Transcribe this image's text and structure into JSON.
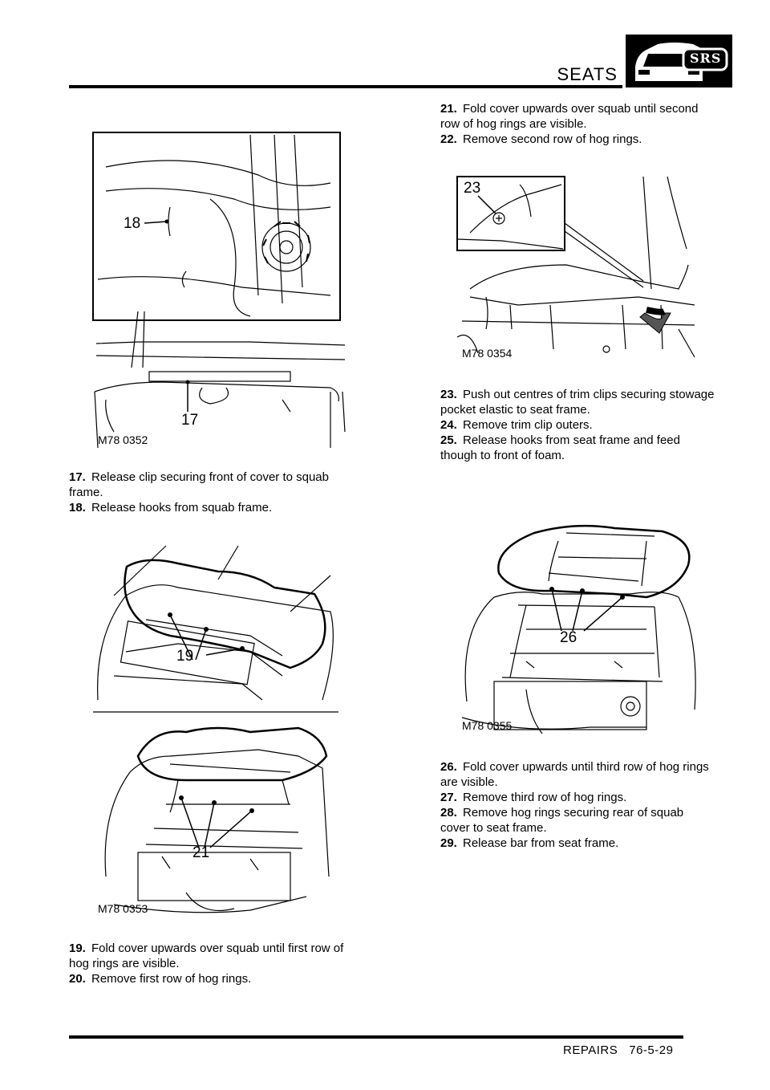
{
  "header": {
    "title": "SEATS",
    "logo_text": "SRS"
  },
  "figures": {
    "fig1": {
      "code": "M78 0352",
      "callouts": [
        "18",
        "17"
      ]
    },
    "fig2": {
      "code": "M78 0353",
      "callouts": [
        "19",
        "21"
      ]
    },
    "fig3": {
      "code": "M78 0354",
      "callouts": [
        "23"
      ]
    },
    "fig4": {
      "code": "M78 0355",
      "callouts": [
        "26"
      ]
    }
  },
  "steps_left_a": [
    {
      "num": "17.",
      "text": "Release clip securing front of cover to  squab",
      "cont": "frame."
    },
    {
      "num": "18.",
      "text": "Release hooks from squab frame."
    }
  ],
  "steps_left_b": [
    {
      "num": "19.",
      "text": "Fold cover upwards over squab until  first row of",
      "cont": "hog rings are visible."
    },
    {
      "num": "20.",
      "text": "Remove first row of hog rings."
    }
  ],
  "steps_right_a": [
    {
      "num": "21.",
      "text": "Fold cover upwards over squab until  second",
      "cont": "row of hog rings are visible."
    },
    {
      "num": "22.",
      "text": "Remove second row of hog rings."
    }
  ],
  "steps_right_b": [
    {
      "num": "23.",
      "text": "Push out centres of trim clips securing  stowage",
      "cont": "pocket elastic to seat frame."
    },
    {
      "num": "24.",
      "text": "Remove trim clip outers."
    },
    {
      "num": "25.",
      "text": "Release hooks from seat frame and feed",
      "cont": "though to front of foam."
    }
  ],
  "steps_right_c": [
    {
      "num": "26.",
      "text": "Fold cover upwards until third row of  hog rings",
      "cont": "are visible."
    },
    {
      "num": "27.",
      "text": "Remove third row of hog rings."
    },
    {
      "num": "28.",
      "text": "Remove hog rings securing rear of squab",
      "cont": "cover to seat frame."
    },
    {
      "num": "29.",
      "text": "Release bar from seat frame."
    }
  ],
  "footer": {
    "text": "REPAIRS   76-5-29"
  }
}
